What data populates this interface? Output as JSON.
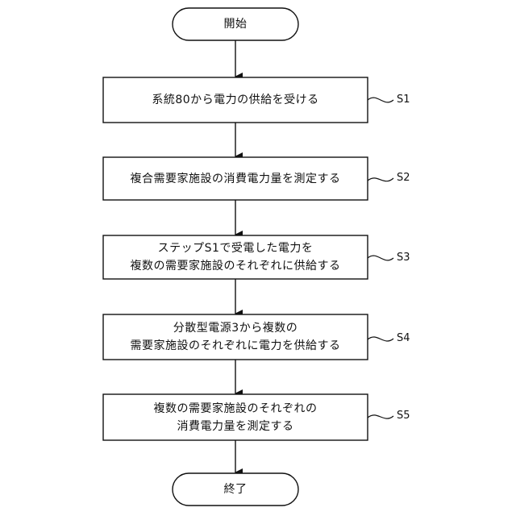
{
  "flowchart": {
    "start": {
      "label": "開始"
    },
    "end": {
      "label": "終了"
    },
    "steps": [
      {
        "id": "S1",
        "lines": [
          "系統80から電力の供給を受ける"
        ]
      },
      {
        "id": "S2",
        "lines": [
          "複合需要家施設の消費電力量を測定する"
        ]
      },
      {
        "id": "S3",
        "lines": [
          "ステップS1で受電した電力を",
          "複数の需要家施設のそれぞれに供給する"
        ]
      },
      {
        "id": "S4",
        "lines": [
          "分散型電源3から複数の",
          "需要家施設のそれぞれに電力を供給する"
        ]
      },
      {
        "id": "S5",
        "lines": [
          "複数の需要家施設のそれぞれの",
          "消費電力量を測定する"
        ]
      }
    ]
  }
}
